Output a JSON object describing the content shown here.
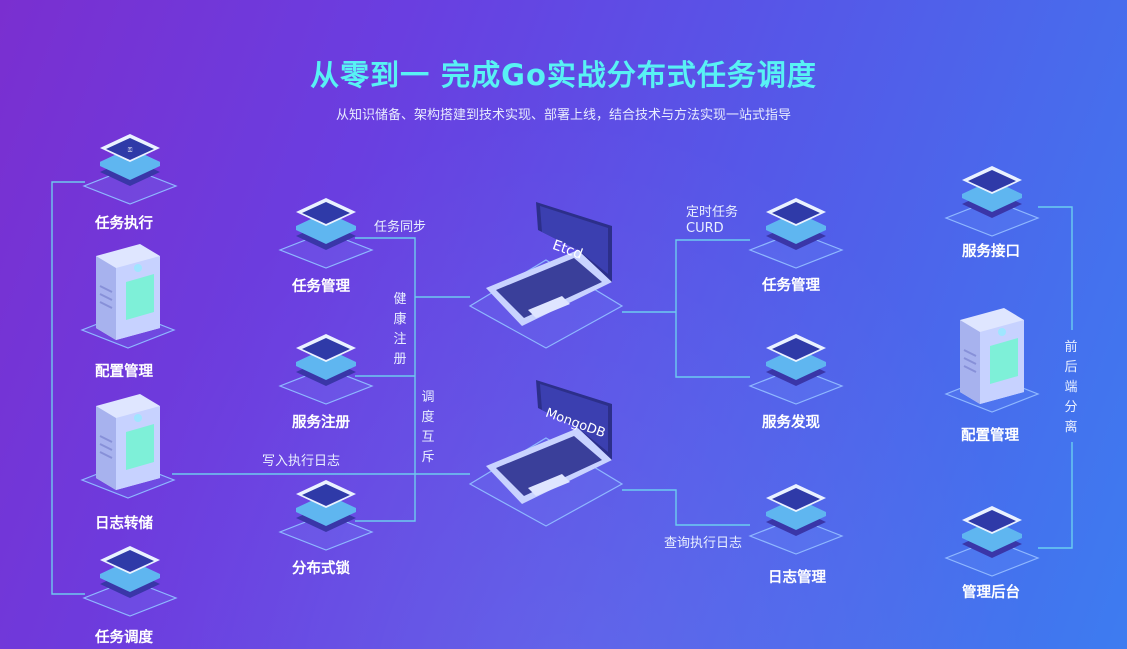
{
  "header": {
    "title": "从零到一 完成Go实战分布式任务调度",
    "subtitle": "从知识储备、架构搭建到技术实现、部署上线，结合技术与方法实现一站式指导"
  },
  "left_column": {
    "task_exec": "任务执行",
    "config_mgmt": "配置管理",
    "log_dump": "日志转储",
    "task_schedule": "任务调度"
  },
  "middle_column": {
    "task_mgmt": "任务管理",
    "service_reg": "服务注册",
    "dist_lock": "分布式锁"
  },
  "laptops": {
    "etcd": "Etcd",
    "mongodb": "MongoDB"
  },
  "right_column": {
    "task_mgmt": "任务管理",
    "service_discovery": "服务发现",
    "log_mgmt": "日志管理"
  },
  "far_right": {
    "service_api": "服务接口",
    "config_mgmt": "配置管理",
    "admin_backend": "管理后台"
  },
  "edge_labels": {
    "task_sync": "任务同步",
    "health_reg": "健康注册",
    "sched_mutex": "调度互斥",
    "write_log": "写入执行日志",
    "timed_task": "定时任务",
    "curd": "CURD",
    "query_log": "查询执行日志",
    "fe_be_split": "前后端分离"
  },
  "colors": {
    "title": "#58f2f4",
    "line": "#6fd8f0",
    "platform": "#8fb8ff"
  }
}
